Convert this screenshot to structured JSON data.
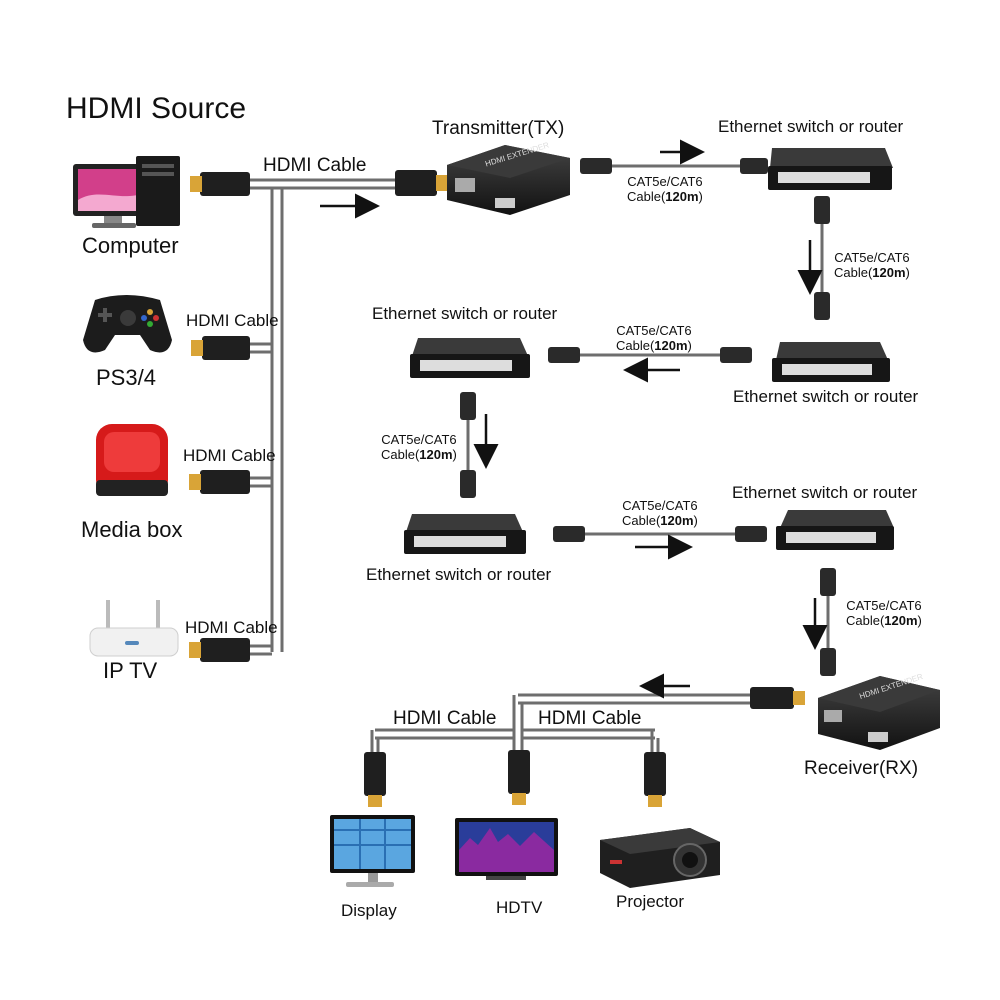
{
  "title": "HDMI Source",
  "sources": [
    {
      "label": "Computer",
      "cable": "HDMI Cable"
    },
    {
      "label": "PS3/4",
      "cable": "HDMI Cable"
    },
    {
      "label": "Media box",
      "cable": "HDMI Cable"
    },
    {
      "label": "IP TV",
      "cable": "HDMI Cable"
    }
  ],
  "transmitter": {
    "label": "Transmitter(TX)",
    "device_text": "HDMI EXTENDER"
  },
  "receiver": {
    "label": "Receiver(RX)",
    "device_text": "HDMI EXTENDER"
  },
  "switch_label": "Ethernet switch or router",
  "network_cable": {
    "type": "CAT5e/CAT6",
    "length_prefix": "Cable(",
    "length": "120m",
    "length_suffix": ")"
  },
  "output_cable": "HDMI Cable",
  "outputs": [
    "Display",
    "HDTV",
    "Projector"
  ],
  "colors": {
    "cable": "#6e6e6e",
    "device": "#1e1e1e",
    "plug_gold": "#d9a437",
    "screen_pink": "#d23f8a",
    "tv_blue": "#2a3d9a",
    "media_red": "#d61a1a"
  }
}
